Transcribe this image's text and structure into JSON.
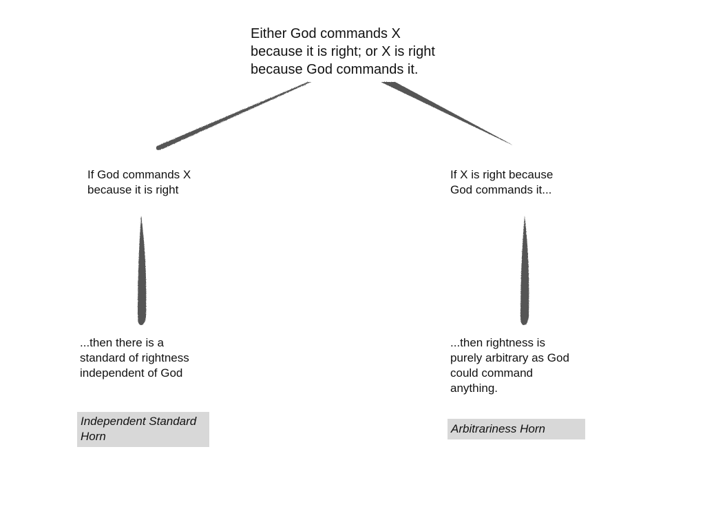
{
  "root": {
    "text": "Either God commands X\nbecause it is right; or X is right\nbecause God commands it."
  },
  "left_branch": {
    "premise": "If God commands X\nbecause it is right",
    "conclusion": "...then there is a\nstandard of rightness\nindependent of God",
    "label": "Independent Standard\nHorn"
  },
  "right_branch": {
    "premise": "If X is right because\nGod commands it...",
    "conclusion": "...then rightness is\npurely arbitrary as God\ncould command\nanything.",
    "label": "Arbitrariness Horn"
  },
  "colors": {
    "stroke": "#555555",
    "label_background": "#d8d8d8"
  }
}
